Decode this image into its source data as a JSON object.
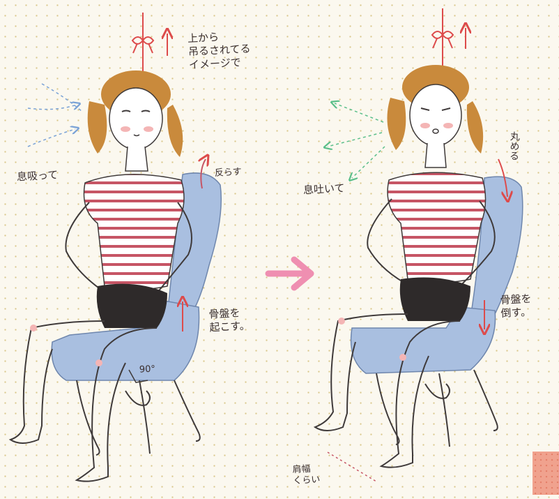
{
  "left_figure": {
    "lift_note": "上から\n吊るされてる\nイメージで",
    "breath_note": "息吸って",
    "back_note": "反らす",
    "pelvis_note": "骨盤を\n起こす。",
    "angle_note": "90°"
  },
  "right_figure": {
    "breath_note": "息吐いて",
    "round_note": "丸める",
    "pelvis_note": "骨盤を\n倒す。",
    "width_note": "肩幅\nくらい"
  },
  "colors": {
    "chair": "#a9bfe0",
    "stripe": "#c65565",
    "hair": "#c98a3c",
    "arrow": "#ef8fb1",
    "ribbon": "#dd4b4b"
  }
}
